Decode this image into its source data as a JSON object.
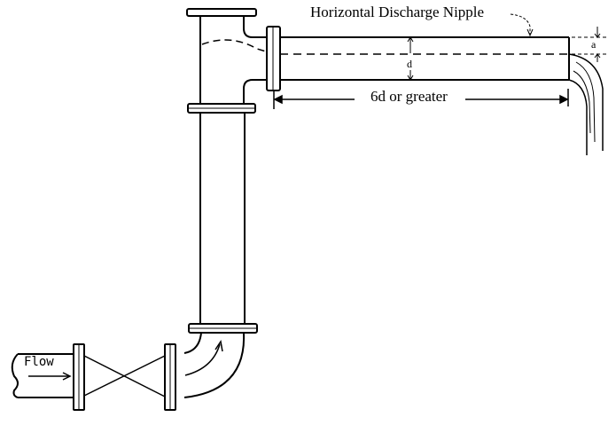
{
  "labels": {
    "nipple": "Horizontal Discharge Nipple",
    "length": "6d or greater",
    "flow": "Flow",
    "diameter": "d",
    "drop": "a"
  },
  "colors": {
    "line": "#000000",
    "background": "#ffffff"
  }
}
